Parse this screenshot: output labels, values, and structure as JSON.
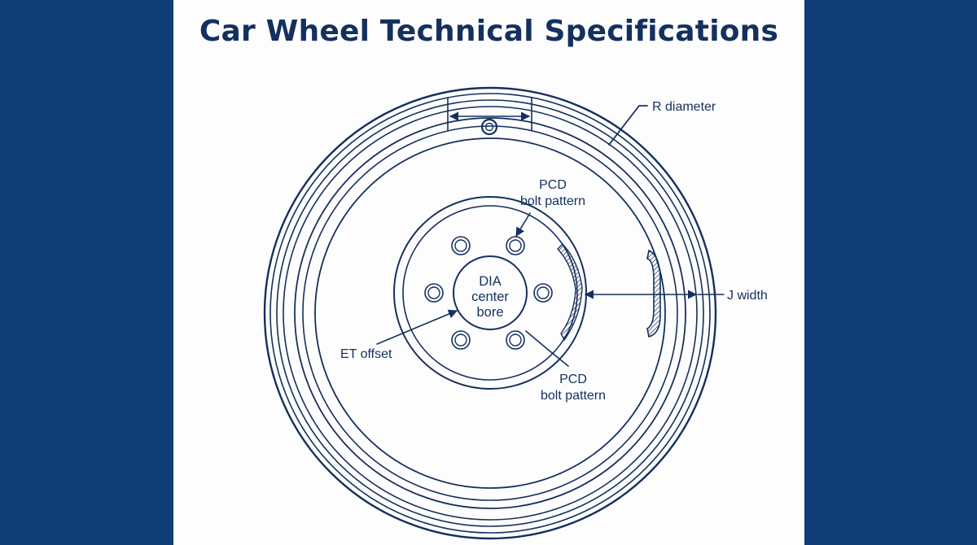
{
  "title": "Car Wheel Technical Specifications",
  "labels": {
    "r_diameter": "R diameter",
    "pcd_top_line1": "PCD",
    "pcd_top_line2": "bolt pattern",
    "dia_line1": "DIA",
    "dia_line2": "center",
    "dia_line3": "bore",
    "j_width": "J width",
    "et_offset": "ET offset",
    "pcd_bottom_line1": "PCD",
    "pcd_bottom_line2": "bolt pattern"
  },
  "colors": {
    "background": "#0e3d78",
    "panel": "#fdfdfd",
    "ink": "#14305e"
  }
}
